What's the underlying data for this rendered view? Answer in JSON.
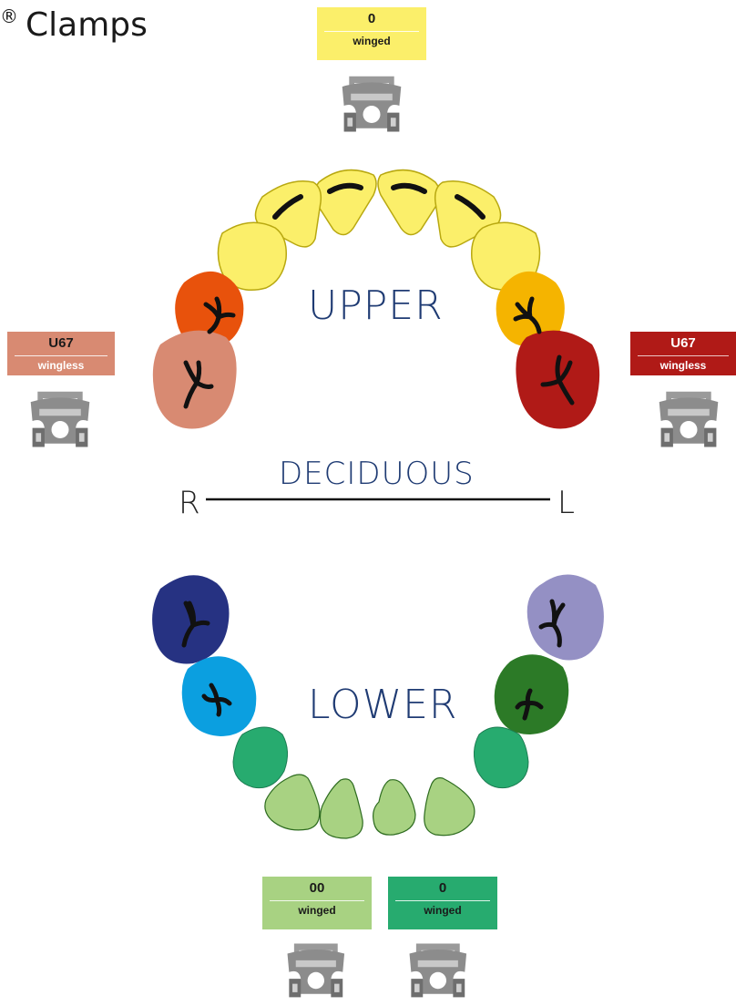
{
  "title": {
    "reg": "®",
    "text": "Clamps"
  },
  "labels": {
    "upper": "UPPER",
    "lower": "LOWER",
    "deciduous": "DECIDUOUS",
    "right": "R",
    "left": "L"
  },
  "clamps": {
    "top": {
      "code": "0",
      "kind": "winged",
      "color": "#fbef6a"
    },
    "upper_right": {
      "code": "U67",
      "kind": "wingless",
      "color": "#d88a72"
    },
    "upper_left": {
      "code": "U67",
      "kind": "wingless",
      "color": "#b01a17"
    },
    "bottom_left": {
      "code": "00",
      "kind": "winged",
      "color": "#a8d282"
    },
    "bottom_right": {
      "code": "0",
      "kind": "winged",
      "color": "#27ab6f"
    }
  },
  "tooth_colors": {
    "upper_incisors": "#fbef6a",
    "upper_right_first_molar": "#e8520c",
    "upper_right_second_molar": "#d88a72",
    "upper_left_first_molar": "#f5b400",
    "upper_left_second_molar": "#b01a17",
    "lower_right_second_molar": "#263282",
    "lower_right_first_molar": "#0b9fe0",
    "lower_left_second_molar": "#9490c4",
    "lower_left_first_molar": "#2c7a27",
    "lower_canines": "#27ab6f",
    "lower_incisors": "#a8d282"
  }
}
